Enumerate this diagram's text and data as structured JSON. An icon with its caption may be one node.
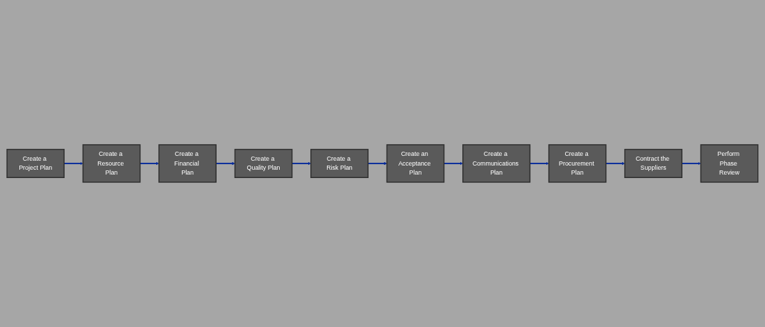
{
  "diagram": {
    "nodes": [
      {
        "text": [
          "Create a Project Plan"
        ]
      },
      {
        "text": [
          "Create a Resource Plan"
        ]
      },
      {
        "text": [
          "Create a Financial Plan"
        ]
      },
      {
        "text": [
          "Create a Quality Plan"
        ]
      },
      {
        "text": [
          "Create a Risk Plan"
        ]
      },
      {
        "text": [
          "Create an Acceptance Plan"
        ]
      },
      {
        "text": [
          "Create a Communications Plan"
        ]
      },
      {
        "text": [
          "Create a Procurement Plan"
        ]
      },
      {
        "text": [
          "Contract the Suppliers"
        ]
      },
      {
        "text": [
          "Perform Phase Review"
        ]
      }
    ],
    "edges": [
      {
        "from": 0,
        "to": 1,
        "arrow": "to"
      },
      {
        "from": 1,
        "to": 2,
        "arrow": "to"
      },
      {
        "from": 2,
        "to": 3,
        "arrow": "to"
      },
      {
        "from": 3,
        "to": 4,
        "arrow": "to"
      },
      {
        "from": 4,
        "to": 5,
        "arrow": "to"
      },
      {
        "from": 5,
        "to": 6,
        "arrow": "to"
      },
      {
        "from": 6,
        "to": 7,
        "arrow": "to"
      },
      {
        "from": 7,
        "to": 8,
        "arrow": "to"
      },
      {
        "from": 8,
        "to": 9,
        "arrow": "to"
      }
    ]
  }
}
